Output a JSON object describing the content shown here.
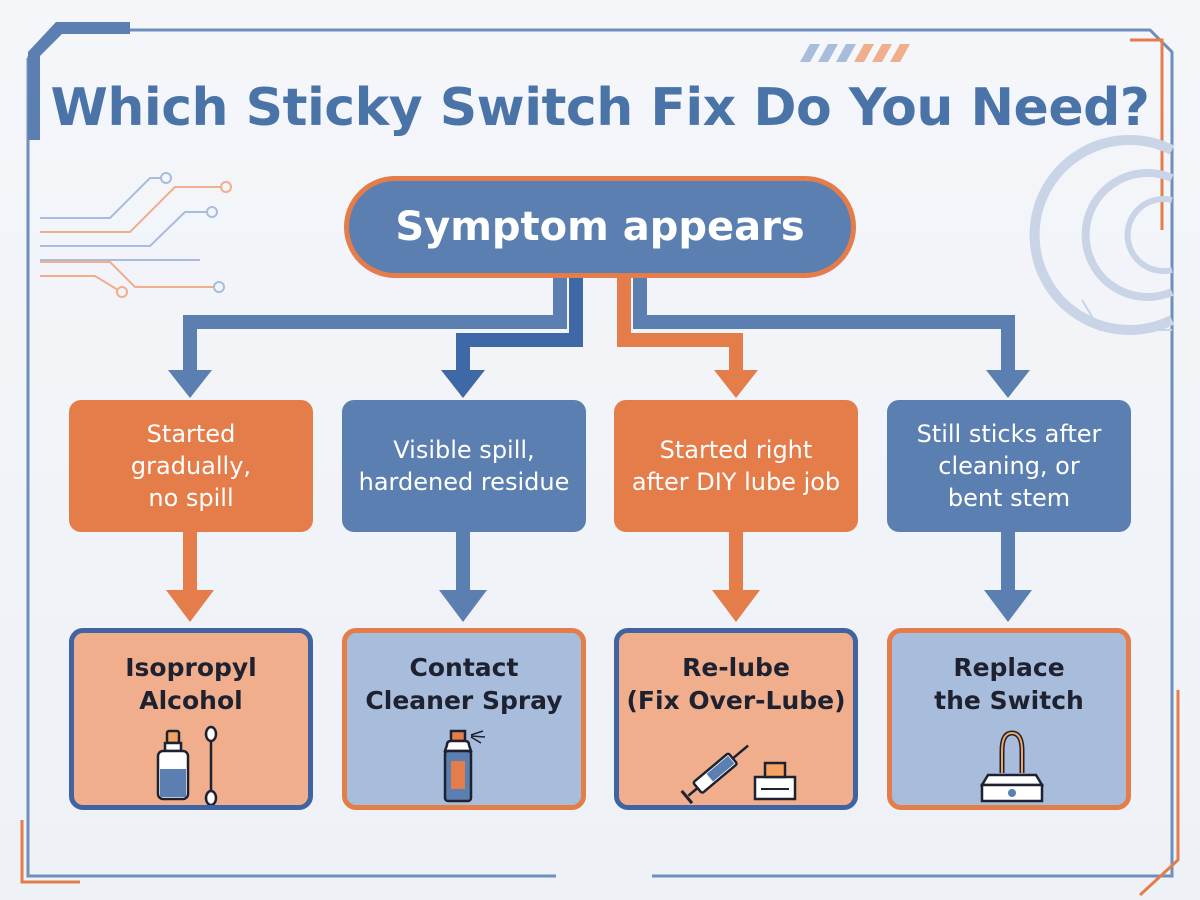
{
  "title": "Which Sticky Switch Fix Do You Need?",
  "start": {
    "label": "Symptom appears"
  },
  "colors": {
    "orange": "#e47d4a",
    "blue": "#5a7fb0",
    "title": "#4a73a8",
    "peach": "#f0ae8c",
    "light_blue": "#a8bcdb"
  },
  "branches": [
    {
      "condition": "Started\ngradually,\nno spill",
      "condition_color": "orange",
      "result": "Isopropyl\nAlcohol",
      "result_style": "peach",
      "icon": "isopropyl-bottle-and-cotton-swab-icon"
    },
    {
      "condition": "Visible spill,\nhardened residue",
      "condition_color": "blue",
      "result": "Contact\nCleaner Spray",
      "result_style": "light-blue",
      "icon": "spray-can-icon"
    },
    {
      "condition": "Started right\nafter DIY lube job",
      "condition_color": "orange",
      "result": "Re-lube\n(Fix Over-Lube)",
      "result_style": "peach",
      "icon": "syringe-and-switch-icon"
    },
    {
      "condition": "Still sticks after\ncleaning, or\nbent stem",
      "condition_color": "blue",
      "result": "Replace\nthe Switch",
      "result_style": "light-blue",
      "icon": "mechanical-switch-icon"
    }
  ]
}
